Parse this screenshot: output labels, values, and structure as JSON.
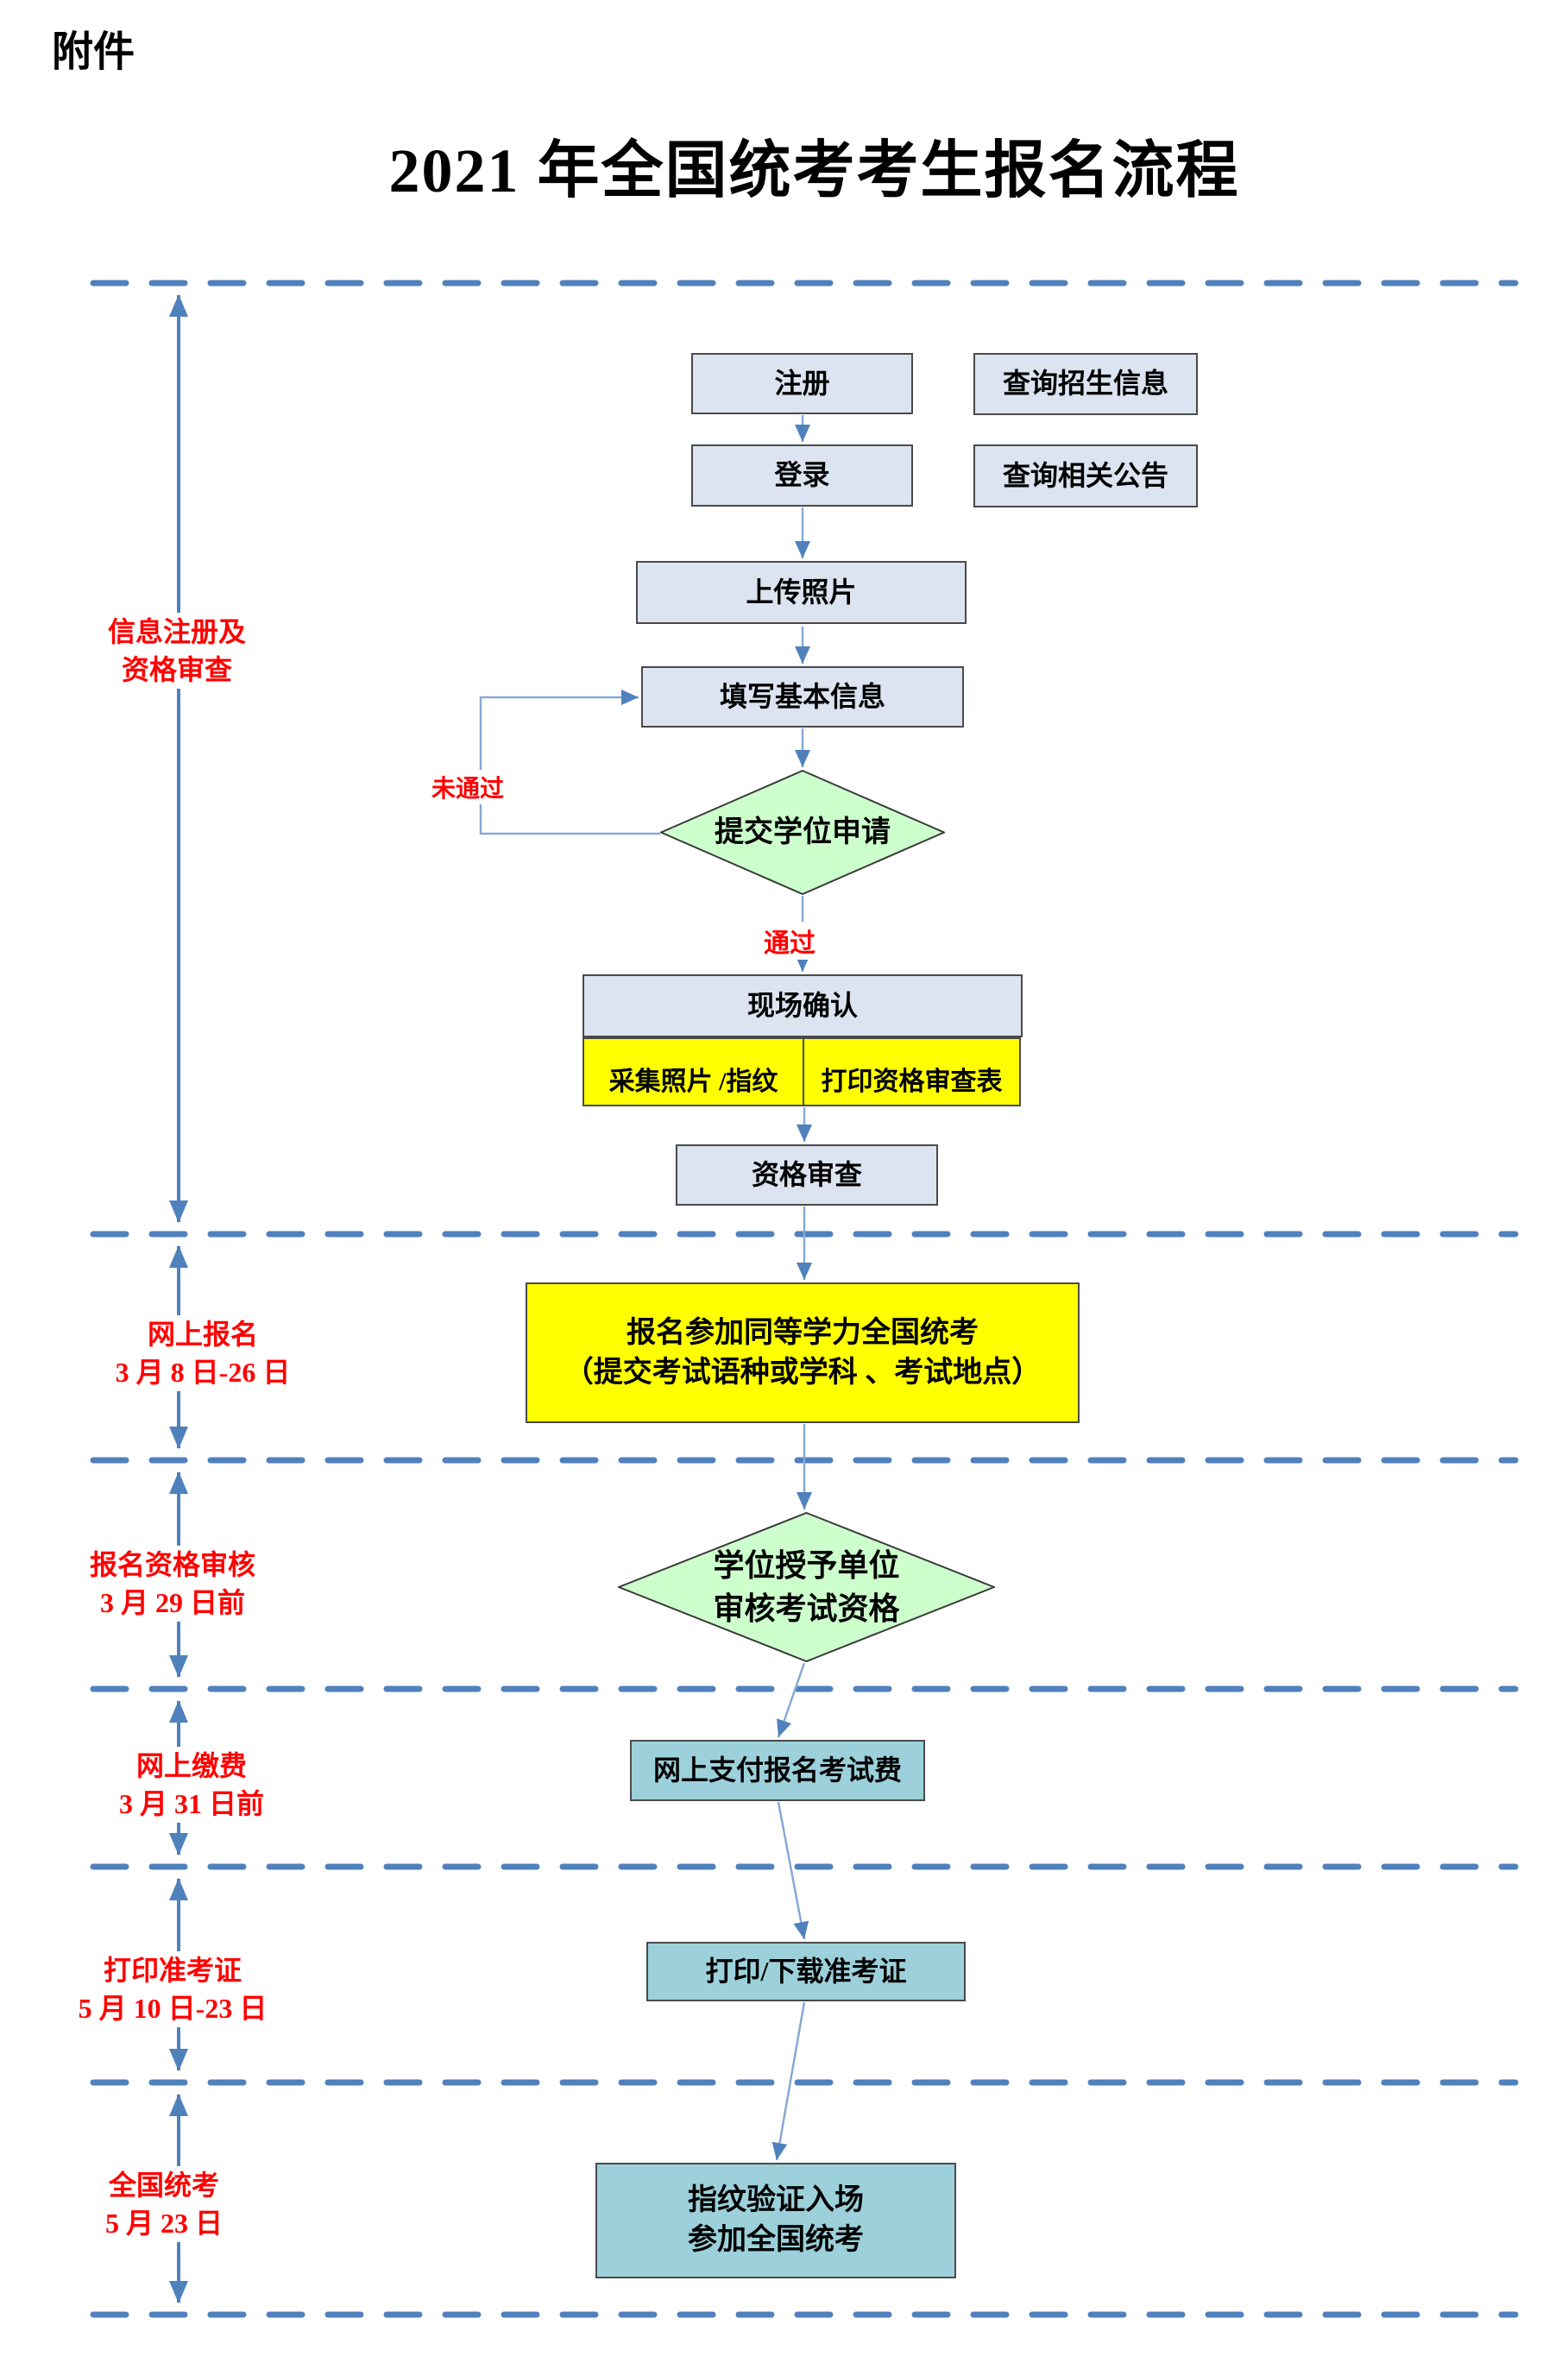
{
  "page": {
    "attachment_label": "附件",
    "title": "2021 年全国统考考生报名流程"
  },
  "colors": {
    "accent_blue": "#4f81bd",
    "connector_blue": "#87a9d4",
    "box_blue_fill": "#dbe4f0",
    "highlight_yellow": "#ffff00",
    "decision_green": "#ccffcc",
    "teal_fill": "#9cd1db",
    "label_red": "#ff0000"
  },
  "sections": [
    {
      "line1": "信息注册及",
      "line2": "资格审查"
    },
    {
      "line1": "网上报名",
      "line2": "3 月 8 日-26 日"
    },
    {
      "line1": "报名资格审核",
      "line2": "3 月 29 日前"
    },
    {
      "line1": "网上缴费",
      "line2": "3 月 31 日前"
    },
    {
      "line1": "打印准考证",
      "line2": "5 月 10 日-23 日"
    },
    {
      "line1": "全国统考",
      "line2": "5 月 23 日"
    }
  ],
  "flow": {
    "register": "注册",
    "query_admission_info": "查询招生信息",
    "login": "登录",
    "query_announcements": "查询相关公告",
    "upload_photo": "上传照片",
    "fill_basic_info": "填写基本信息",
    "submit_degree_application": "提交学位申请",
    "fail_label": "未通过",
    "pass_label": "通过",
    "onsite_confirmation": "现场确认",
    "collect_photo_fingerprint": "采集照片 /指纹",
    "print_qualification_form": "打印资格审查表",
    "qualification_review": "资格审查",
    "national_exam_register_line1": "报名参加同等学力全国统考",
    "national_exam_register_line2": "（提交考试语种或学科 、考试地点）",
    "degree_unit_review_line1": "学位授予单位",
    "degree_unit_review_line2": "审核考试资格",
    "pay_online": "网上支付报名考试费",
    "print_download_ticket": "打印/下载准考证",
    "fingerprint_entry_line1": "指纹验证入场",
    "fingerprint_entry_line2": "参加全国统考"
  }
}
